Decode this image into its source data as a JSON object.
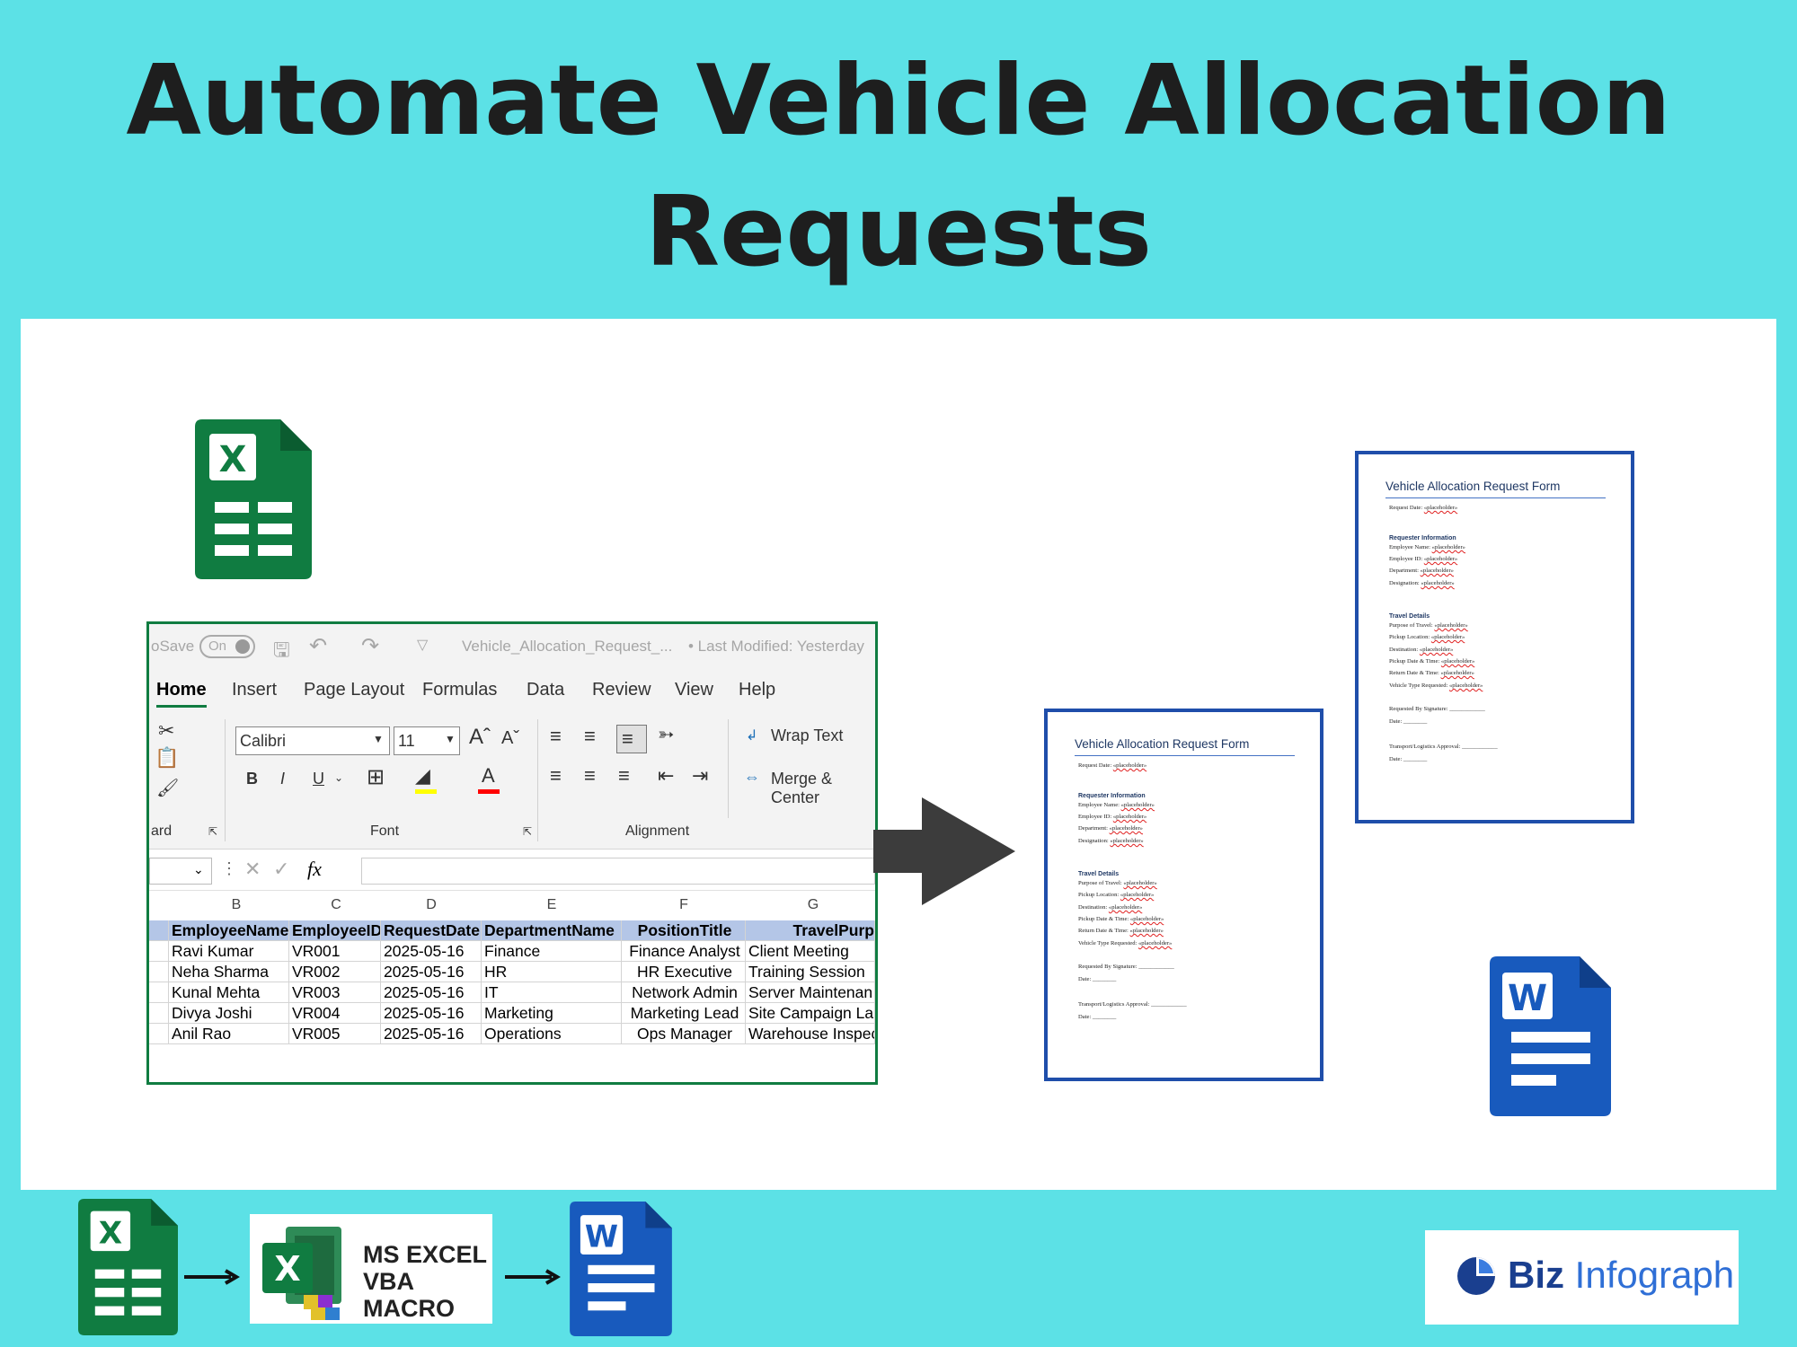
{
  "title_line1": "Automate Vehicle Allocation",
  "title_line2": "Requests",
  "excel": {
    "title_autosave": "oSave",
    "toggle_label": "On",
    "filename": "Vehicle_Allocation_Request_...",
    "modified": "• Last Modified: Yesterday",
    "tabs": [
      "Home",
      "Insert",
      "Page Layout",
      "Formulas",
      "Data",
      "Review",
      "View",
      "Help"
    ],
    "font_name": "Calibri",
    "font_size": "11",
    "wrap_text": "Wrap Text",
    "merge": "Merge & Center",
    "clipboard_label": "ard",
    "font_label": "Font",
    "alignment_label": "Alignment",
    "fx": "fx",
    "columns": [
      "B",
      "C",
      "D",
      "E",
      "F",
      "G"
    ],
    "headers": [
      "EmployeeName",
      "EmployeeID",
      "RequestDate",
      "DepartmentName",
      "PositionTitle",
      "TravelPurp"
    ],
    "rows": [
      [
        "Ravi Kumar",
        "VR001",
        "2025-05-16",
        "Finance",
        "Finance Analyst",
        "Client Meeting"
      ],
      [
        "Neha Sharma",
        "VR002",
        "2025-05-16",
        "HR",
        "HR Executive",
        "Training Session"
      ],
      [
        "Kunal Mehta",
        "VR003",
        "2025-05-16",
        "IT",
        "Network Admin",
        "Server Maintenan"
      ],
      [
        "Divya Joshi",
        "VR004",
        "2025-05-16",
        "Marketing",
        "Marketing Lead",
        "Site Campaign Lau"
      ],
      [
        "Anil Rao",
        "VR005",
        "2025-05-16",
        "Operations",
        "Ops Manager",
        "Warehouse Inspec"
      ]
    ]
  },
  "form": {
    "title": "Vehicle Allocation Request Form",
    "request_date": "Request Date:",
    "sec1": "Requester Information",
    "employee_name": "Employee Name:",
    "employee_id": "Employee ID:",
    "department": "Department:",
    "designation": "Designation:",
    "sec2": "Travel Details",
    "purpose": "Purpose of Travel:",
    "pickup_location": "Pickup Location:",
    "destination": "Destination:",
    "pickup_dt": "Pickup Date & Time:",
    "return_dt": "Return Date & Time:",
    "vehicle_type": "Vehicle Type Requested:",
    "requested_by": "Requested By Signature: ____________",
    "date1": "Date: ________",
    "approval": "Transport/Logistics Approval: ____________",
    "date2": "Date: ________",
    "placeholder": "«placeholder»"
  },
  "icons": {
    "excel_letter": "X",
    "word_letter": "W"
  },
  "badge": {
    "line1": "MS EXCEL",
    "line2": "VBA MACRO"
  },
  "brand": {
    "biz": "Biz",
    "infograph": "Infograph"
  },
  "colors": {
    "background": "#5ce1e6",
    "excel_green": "#107c41",
    "word_blue": "#185abd",
    "form_border": "#1f4eaa"
  }
}
